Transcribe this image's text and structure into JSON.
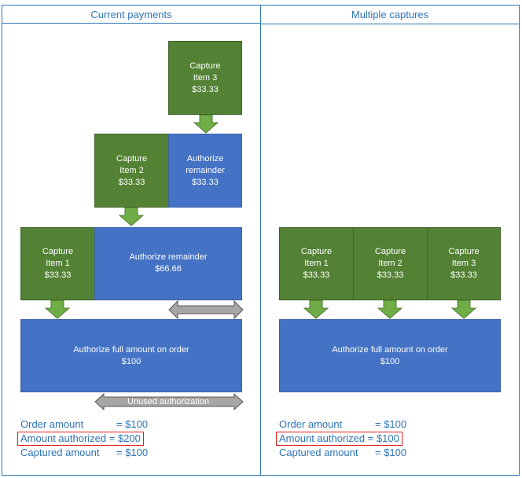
{
  "left_panel": {
    "title": "Current payments",
    "capture_item_3": {
      "l1": "Capture",
      "l2": "Item 3",
      "l3": "$33.33"
    },
    "capture_item_2": {
      "l1": "Capture",
      "l2": "Item 2",
      "l3": "$33.33"
    },
    "authorize_remainder_small": {
      "l1": "Authorize",
      "l2": "remainder",
      "l3": "$33.33"
    },
    "capture_item_1": {
      "l1": "Capture",
      "l2": "Item 1",
      "l3": "$33.33"
    },
    "authorize_remainder_large": {
      "l1": "Authorize remainder",
      "l2": "$66.66"
    },
    "authorize_full": {
      "l1": "Authorize full amount on order",
      "l2": "$100"
    },
    "unused_label": "Unused authorization",
    "stats": {
      "order_label": "Order amount",
      "order_value": "= $100",
      "authorized_text": "Amount authorized = $200",
      "captured_label": "Captured amount",
      "captured_value": "= $100"
    }
  },
  "right_panel": {
    "title": "Multiple captures",
    "capture_item_1": {
      "l1": "Capture",
      "l2": "Item 1",
      "l3": "$33.33"
    },
    "capture_item_2": {
      "l1": "Capture",
      "l2": "Item 2",
      "l3": "$33.33"
    },
    "capture_item_3": {
      "l1": "Capture",
      "l2": "Item 3",
      "l3": "$33.33"
    },
    "authorize_full": {
      "l1": "Authorize full amount on order",
      "l2": "$100"
    },
    "stats": {
      "order_label": "Order amount",
      "order_value": "= $100",
      "authorized_text": "Amount authorized = $100",
      "captured_label": "Captured amount",
      "captured_value": "= $100"
    }
  },
  "colors": {
    "capture": "#548235",
    "authorize": "#4472c4",
    "arrow_green": "#70ad47",
    "arrow_gray": "#a6a6a6",
    "text_blue": "#2e74b5",
    "highlight_red": "#e02020"
  }
}
